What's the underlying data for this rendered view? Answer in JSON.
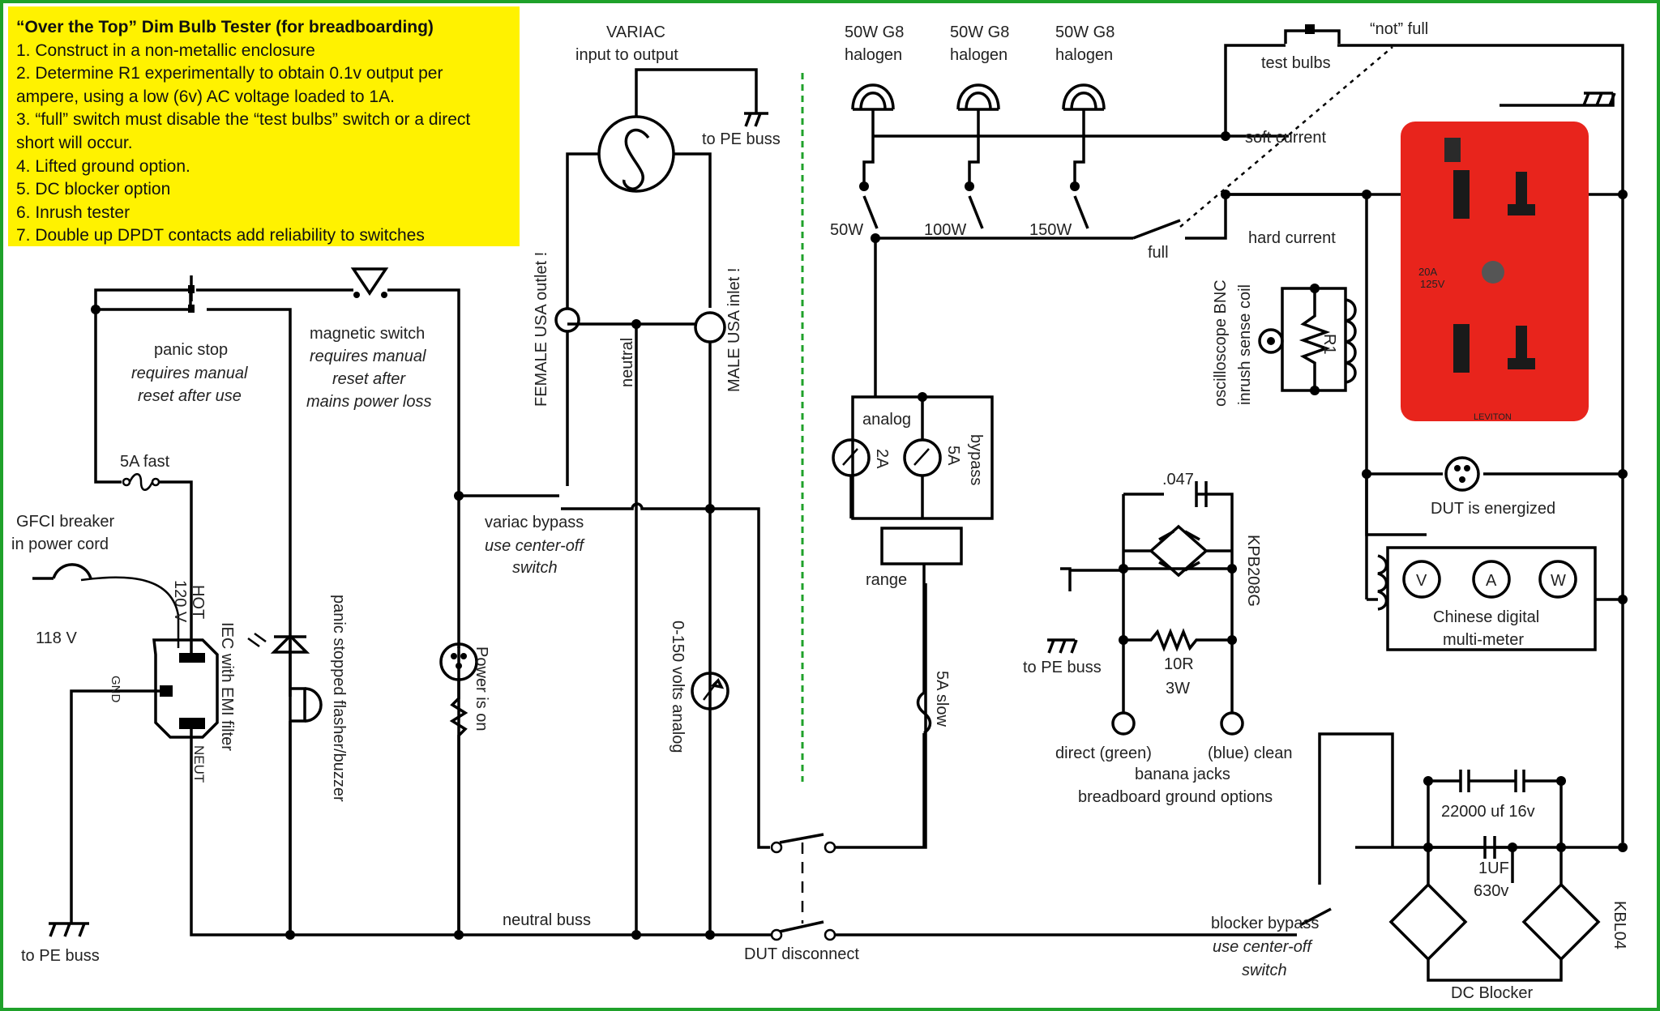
{
  "notes": {
    "title": "“Over the Top” Dim Bulb Tester (for breadboarding)",
    "items": [
      "1. Construct in a non-metallic enclosure",
      "2. Determine R1 experimentally to obtain 0.1v output per ampere, using a low (6v) AC voltage loaded to 1A.",
      "3. “full” switch must disable the “test bulbs” switch or a direct short will occur.",
      "4. Lifted ground option.",
      "5. DC blocker option",
      "6. Inrush tester",
      "7. Double up DPDT contacts add reliability to switches"
    ]
  },
  "labels": {
    "gfci_l1": "GFCI breaker",
    "gfci_l2": "in power cord",
    "v118": "118 V",
    "to_pe_buss": "to PE buss",
    "hot": "HOT",
    "v120": "120 V",
    "gnd": "GND",
    "neut": "NEUT",
    "iec": "IEC with EMI filter",
    "fuse5a_fast": "5A fast",
    "panic_stop": "panic stop",
    "requires_manual": "requires manual",
    "reset_after_use": "reset after use",
    "magnetic_switch": "magnetic switch",
    "reset_after": "reset after",
    "mains_power_loss": "mains power loss",
    "panic_flasher": "panic stopped flasher/buzzer",
    "power_is_on": "Power is on",
    "variac_l1": "VARIAC",
    "variac_l2": "input to output",
    "female_outlet": "FEMALE USA outlet !",
    "male_inlet": "MALE USA inlet !",
    "neutral": "neutral",
    "variac_bypass": "variac bypass",
    "use_center_off": "use center-off",
    "switch_word": "switch",
    "volts_analog": "0-150 volts analog",
    "neutral_buss": "neutral buss",
    "dut_disconnect": "DUT disconnect",
    "halogen_w": "50W G8",
    "halogen": "halogen",
    "test_bulbs": "test bulbs",
    "not_full": "“not” full",
    "soft_current": "soft current",
    "hard_current": "hard current",
    "full": "full",
    "w50": "50W",
    "w100": "100W",
    "w150": "150W",
    "analog": "analog",
    "a2": "2A",
    "a5": "5A",
    "bypass": "bypass",
    "range": "range",
    "fuse5a_slow": "5A slow",
    "scope_l1": "oscilloscope BNC",
    "scope_l2": "inrush sense coil",
    "r1": "R1",
    "cap047": ".047",
    "kpb": "KPB208G",
    "r10": "10R",
    "w3": "3W",
    "direct_green": "direct (green)",
    "blue_clean": "(blue) clean",
    "banana_jacks": "banana jacks",
    "ground_options": "breadboard ground options",
    "dut_energized": "DUT is energized",
    "meter_v": "V",
    "meter_a": "A",
    "meter_w": "W",
    "meter_l1": "Chinese digital",
    "meter_l2": "multi-meter",
    "c22000": "22000 uf 16v",
    "c1uf": "1UF",
    "v630": "630v",
    "kbl04": "KBL04",
    "blocker_bypass": "blocker bypass",
    "dc_blocker": "DC Blocker",
    "outlet_rating_1": "20A",
    "outlet_rating_2": "125V",
    "outlet_brand": "LEVITON"
  },
  "colors": {
    "border": "#1fa12a",
    "notes_bg": "#fff200",
    "outlet": "#e8241c",
    "divider": "#1fa12a"
  }
}
